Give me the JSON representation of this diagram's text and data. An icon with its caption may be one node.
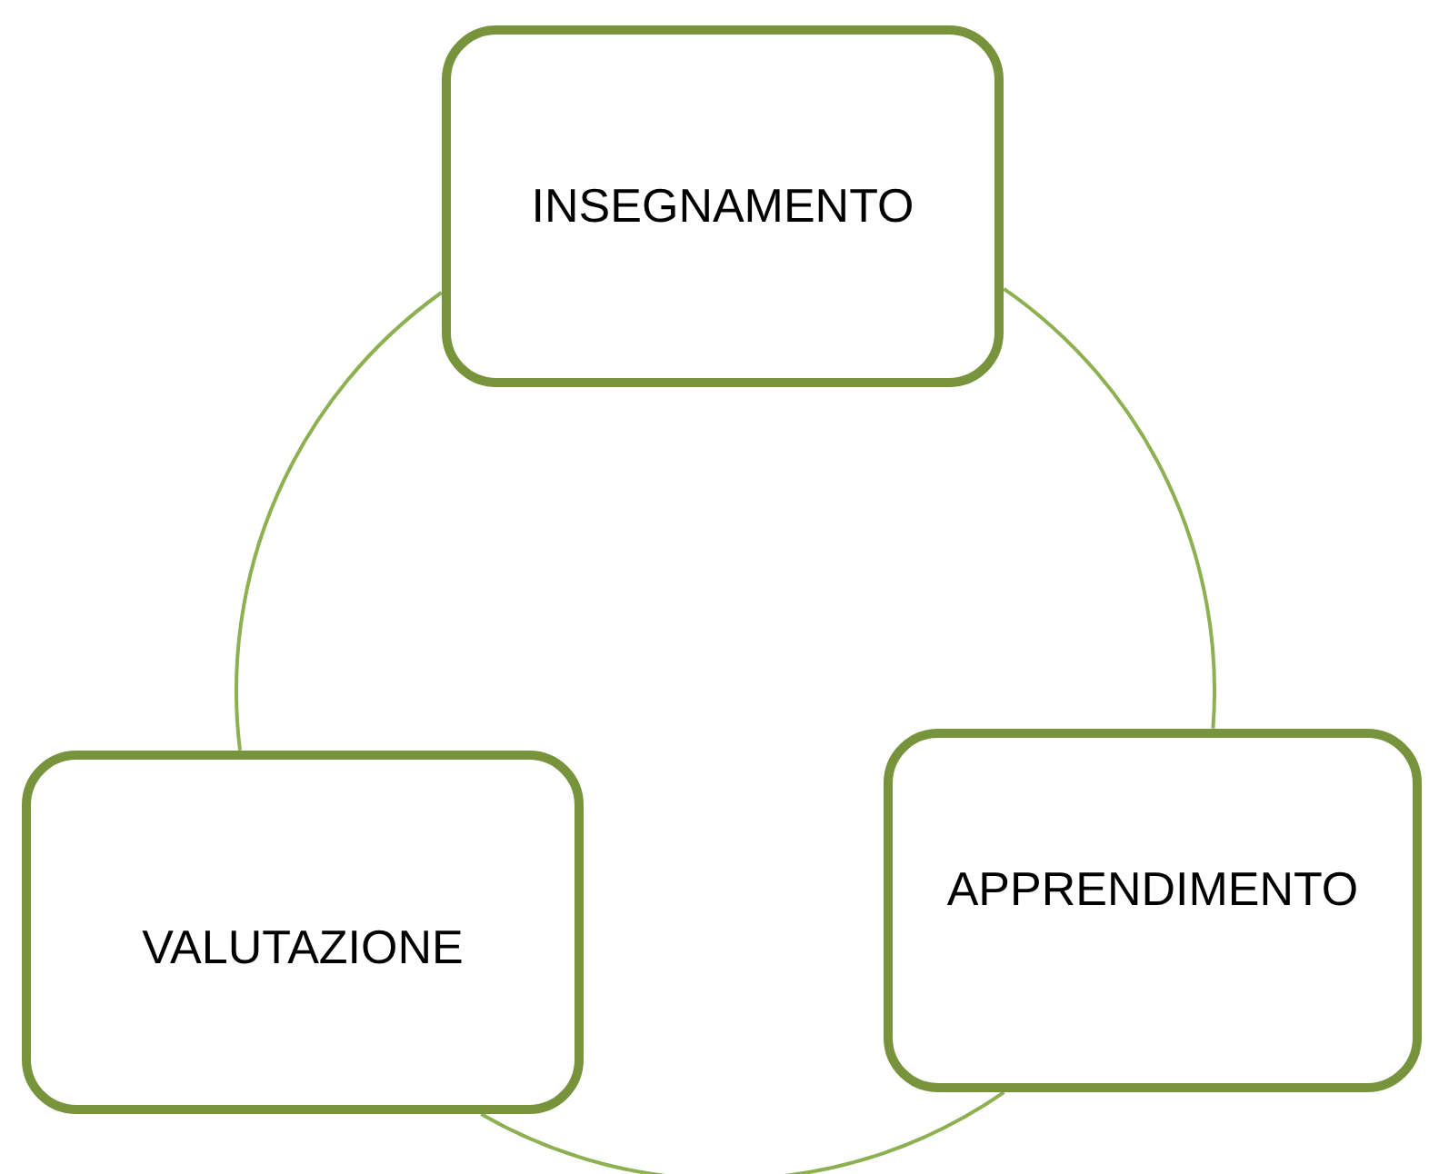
{
  "diagram": {
    "nodes": [
      {
        "text": [
          "INSEGNAMENTO"
        ]
      },
      {
        "text": [
          "APPRENDIMENTO"
        ]
      },
      {
        "text": [
          "VALUTAZIONE"
        ]
      }
    ],
    "edges": [
      {
        "from": 0,
        "to": 1,
        "arrow": "none"
      },
      {
        "from": 1,
        "to": 2,
        "arrow": "none"
      },
      {
        "from": 2,
        "to": 0,
        "arrow": "none"
      }
    ]
  }
}
